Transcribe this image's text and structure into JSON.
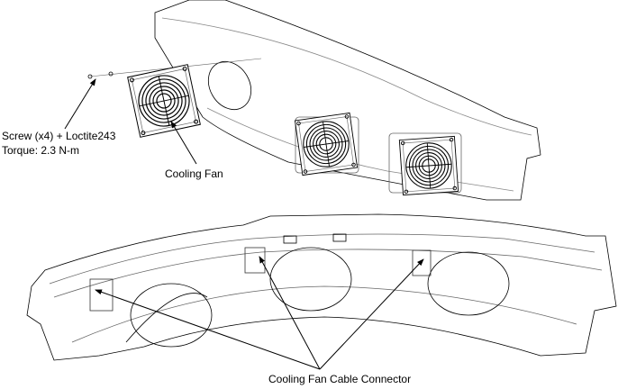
{
  "labels": {
    "screw": "Screw (x4) + Loctite243",
    "torque": "Torque: 2.3 N-m",
    "fan": "Cooling Fan",
    "connector": "Cooling Fan Cable Connector"
  },
  "colors": {
    "line": "#000000",
    "detail": "#555555"
  }
}
